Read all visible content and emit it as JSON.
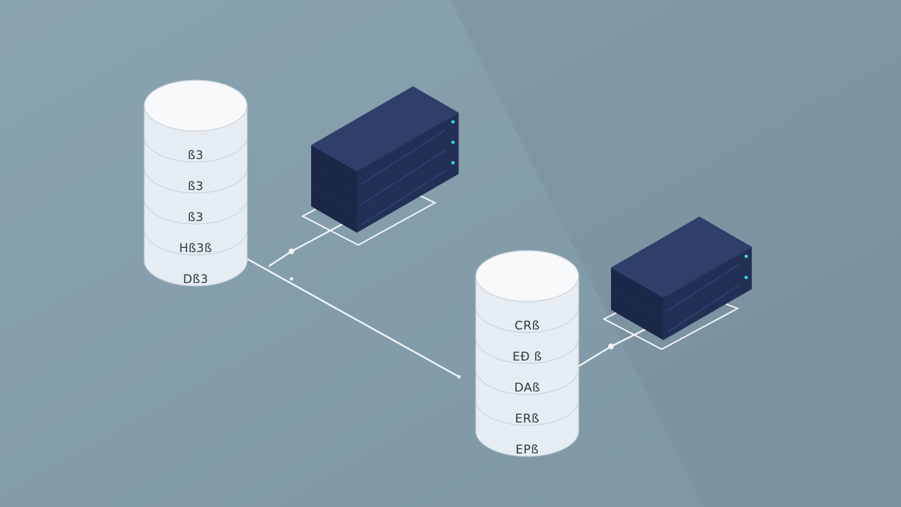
{
  "colors": {
    "background_light": "#8aa3b1",
    "background_dark": "#7e96a4",
    "disk_top": "#f7f9fb",
    "disk_side": "#e6edf2",
    "disk_edge": "#c9d4dc",
    "server_top": "#2f3f6a",
    "server_front": "#233055",
    "server_side": "#1b2747",
    "led": "#3fd3d8",
    "line": "#f2f6f8"
  },
  "database_left": {
    "layers": [
      "ß3",
      "ß3",
      "ß3",
      "Hß3ß",
      "Dß3"
    ]
  },
  "database_right": {
    "layers": [
      "CRß",
      "EÐ ß",
      "DAß",
      "ERß",
      "EPß"
    ]
  }
}
